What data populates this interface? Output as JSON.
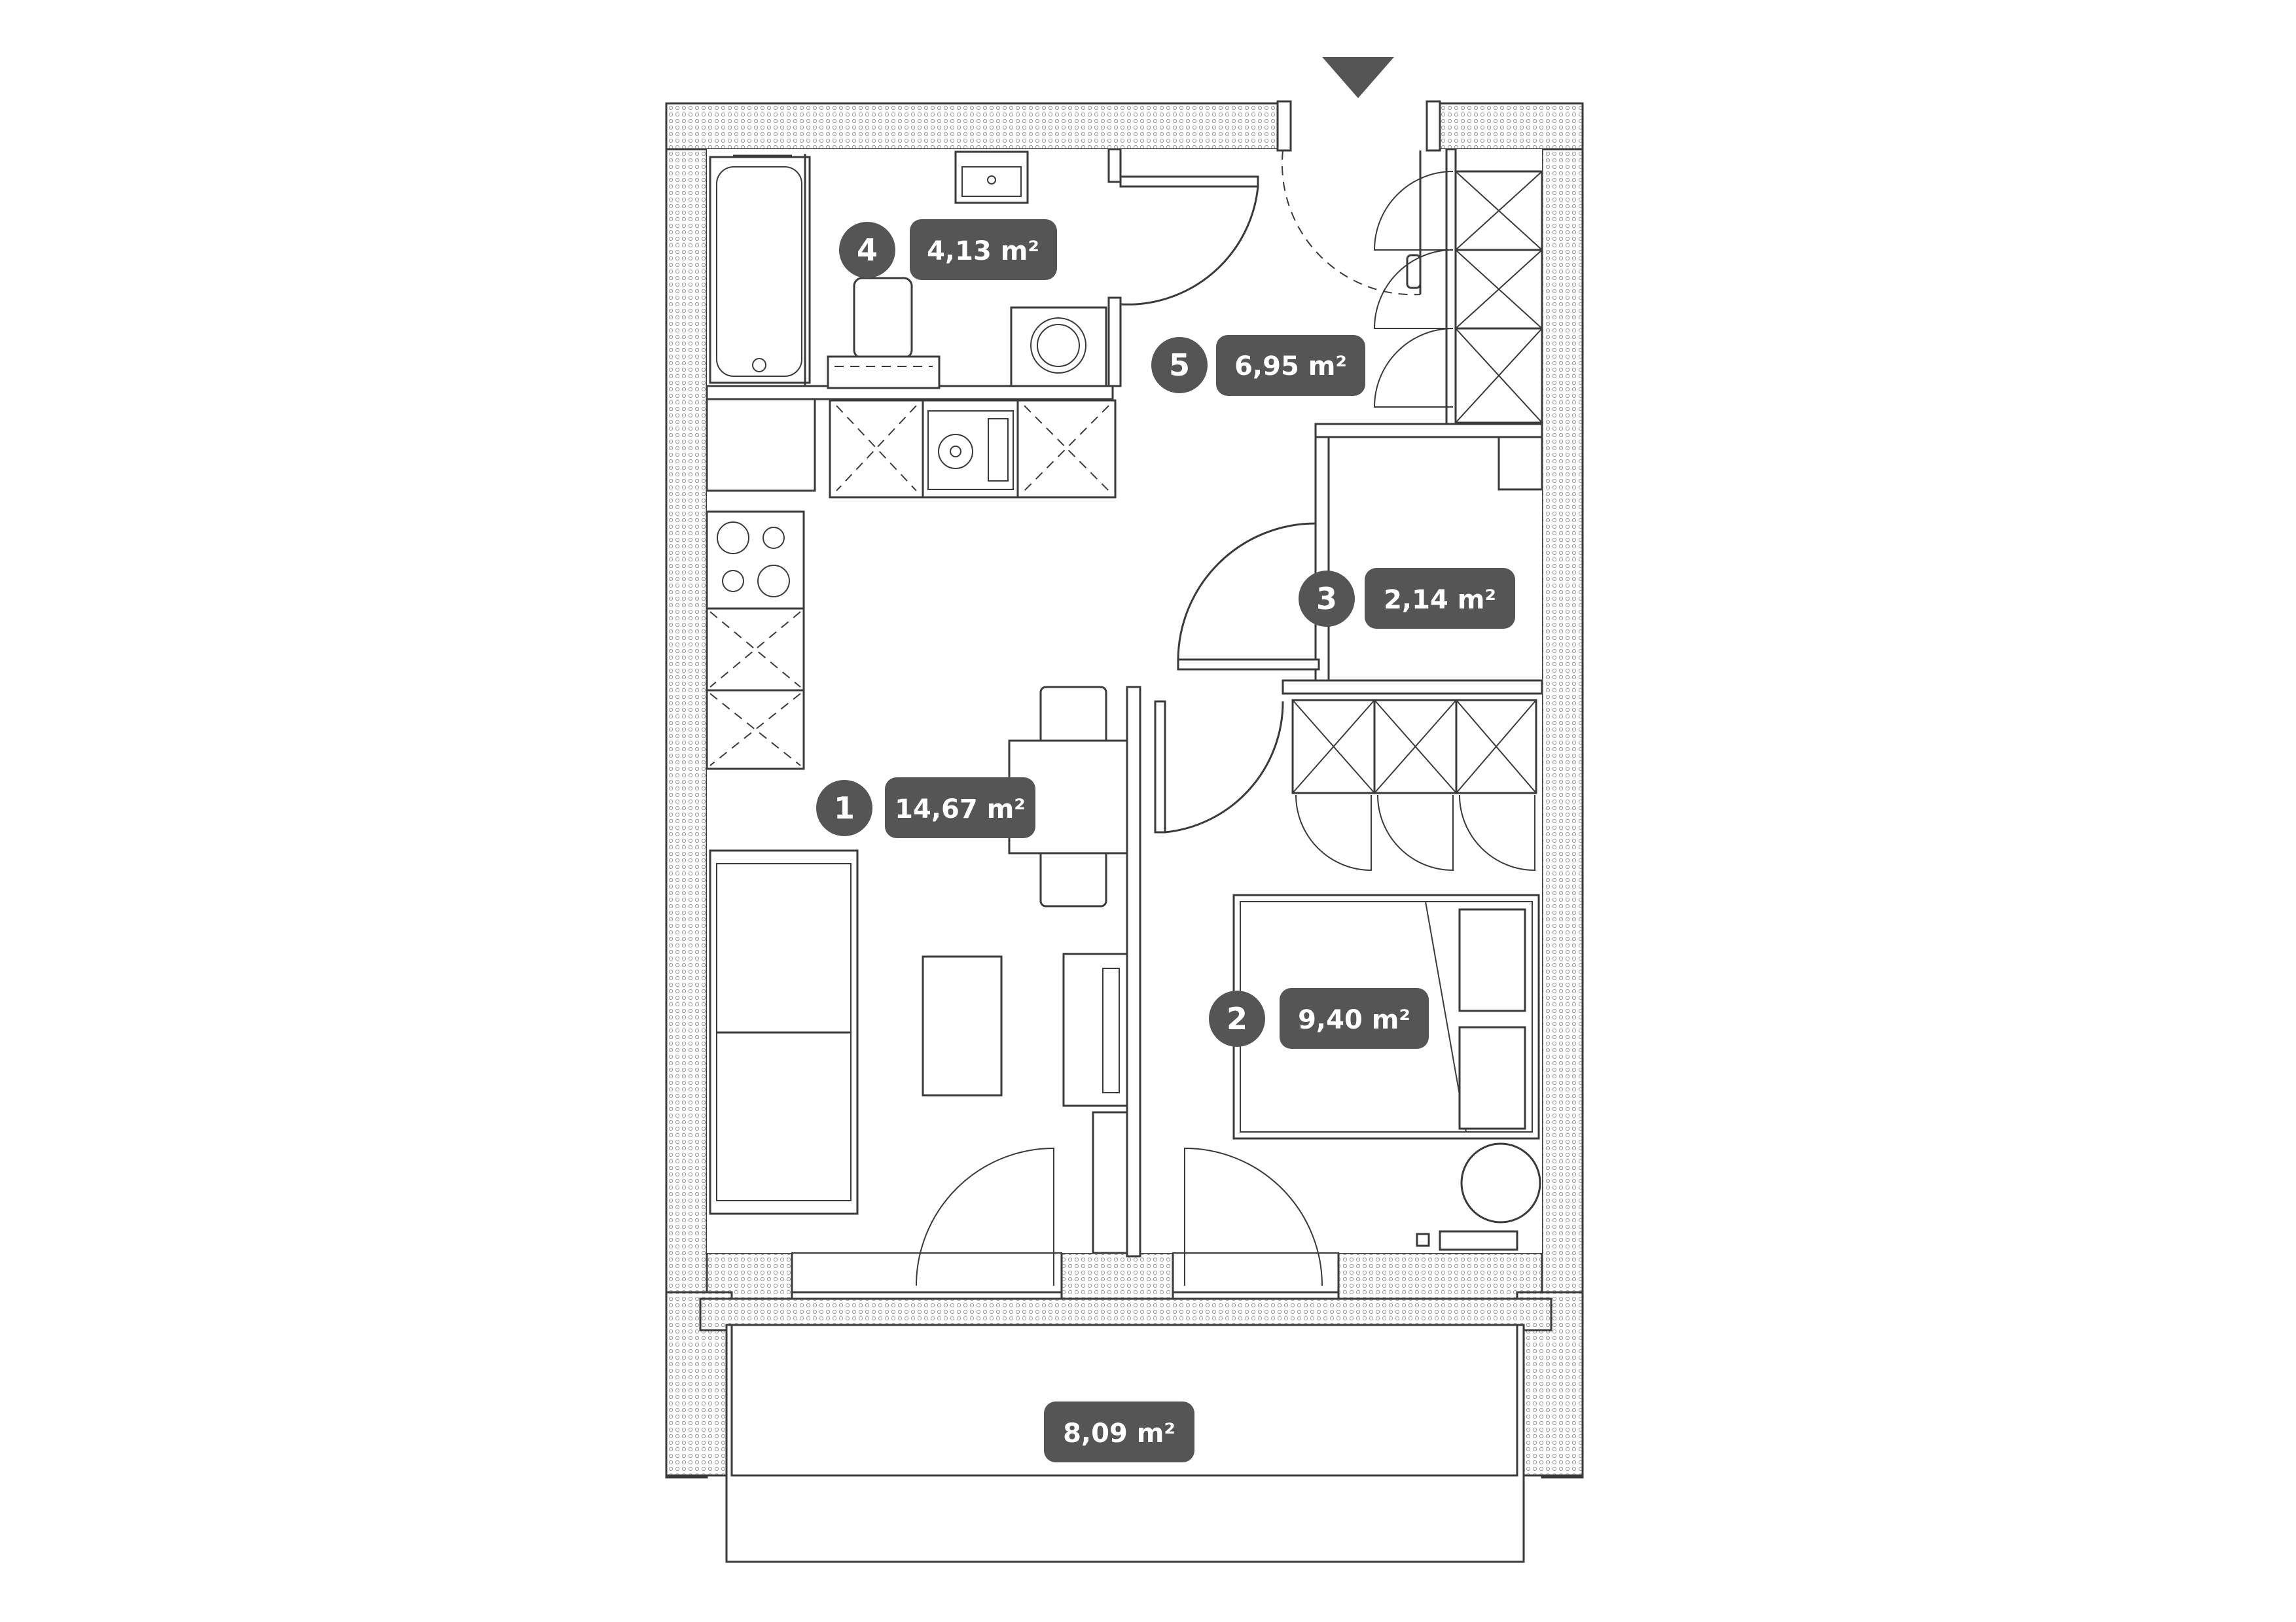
{
  "rooms": [
    {
      "number": "1",
      "area": "14,67 m²"
    },
    {
      "number": "2",
      "area": "9,40 m²"
    },
    {
      "number": "3",
      "area": "2,14 m²"
    },
    {
      "number": "4",
      "area": "4,13 m²"
    },
    {
      "number": "5",
      "area": "6,95 m²"
    }
  ],
  "balcony": {
    "area": "8,09 m²"
  },
  "colors": {
    "badge": "#555555",
    "lines": "#3a3a3a",
    "background": "#ffffff"
  },
  "icons": {
    "entrance": "entrance-arrow-icon"
  }
}
